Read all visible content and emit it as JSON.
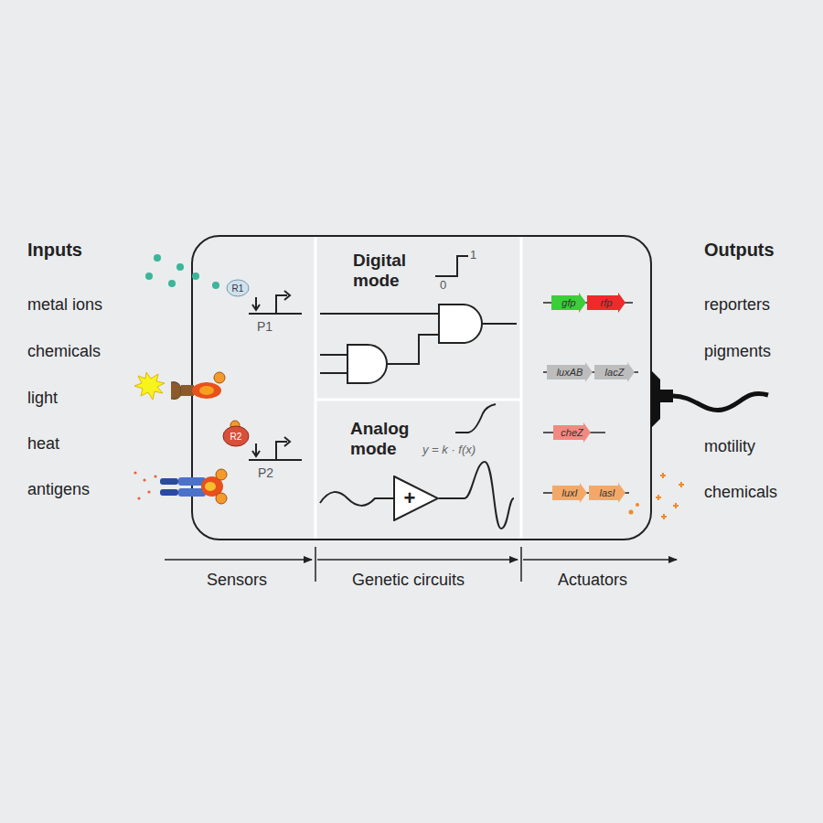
{
  "diagram": {
    "nodes": [
      {
        "text": [
          "Digital mode"
        ]
      },
      {
        "text": [
          "Analog mode"
        ]
      },
      {
        "text": [
          "R1"
        ]
      },
      {
        "text": [
          "R2"
        ]
      },
      {
        "text": [
          "+"
        ],
        "in": 1
      },
      {
        "text": [
          "gfp"
        ]
      },
      {
        "text": [
          "rfp"
        ]
      },
      {
        "text": [
          "luxAB"
        ]
      },
      {
        "text": [
          "lacZ"
        ]
      },
      {
        "text": [
          "cheZ"
        ]
      },
      {
        "text": [
          "luxI"
        ]
      },
      {
        "text": [
          "lasI"
        ]
      }
    ],
    "labels": [
      "Inputs",
      "metal ions",
      "chemicals",
      "light",
      "heat",
      "antigens",
      "Outputs",
      "reporters",
      "pigments",
      "motility",
      "chemicals",
      "P1",
      "P2",
      "0",
      "1",
      "y = k · f(x)",
      "Sensors",
      "Genetic circuits",
      "Actuators"
    ]
  }
}
